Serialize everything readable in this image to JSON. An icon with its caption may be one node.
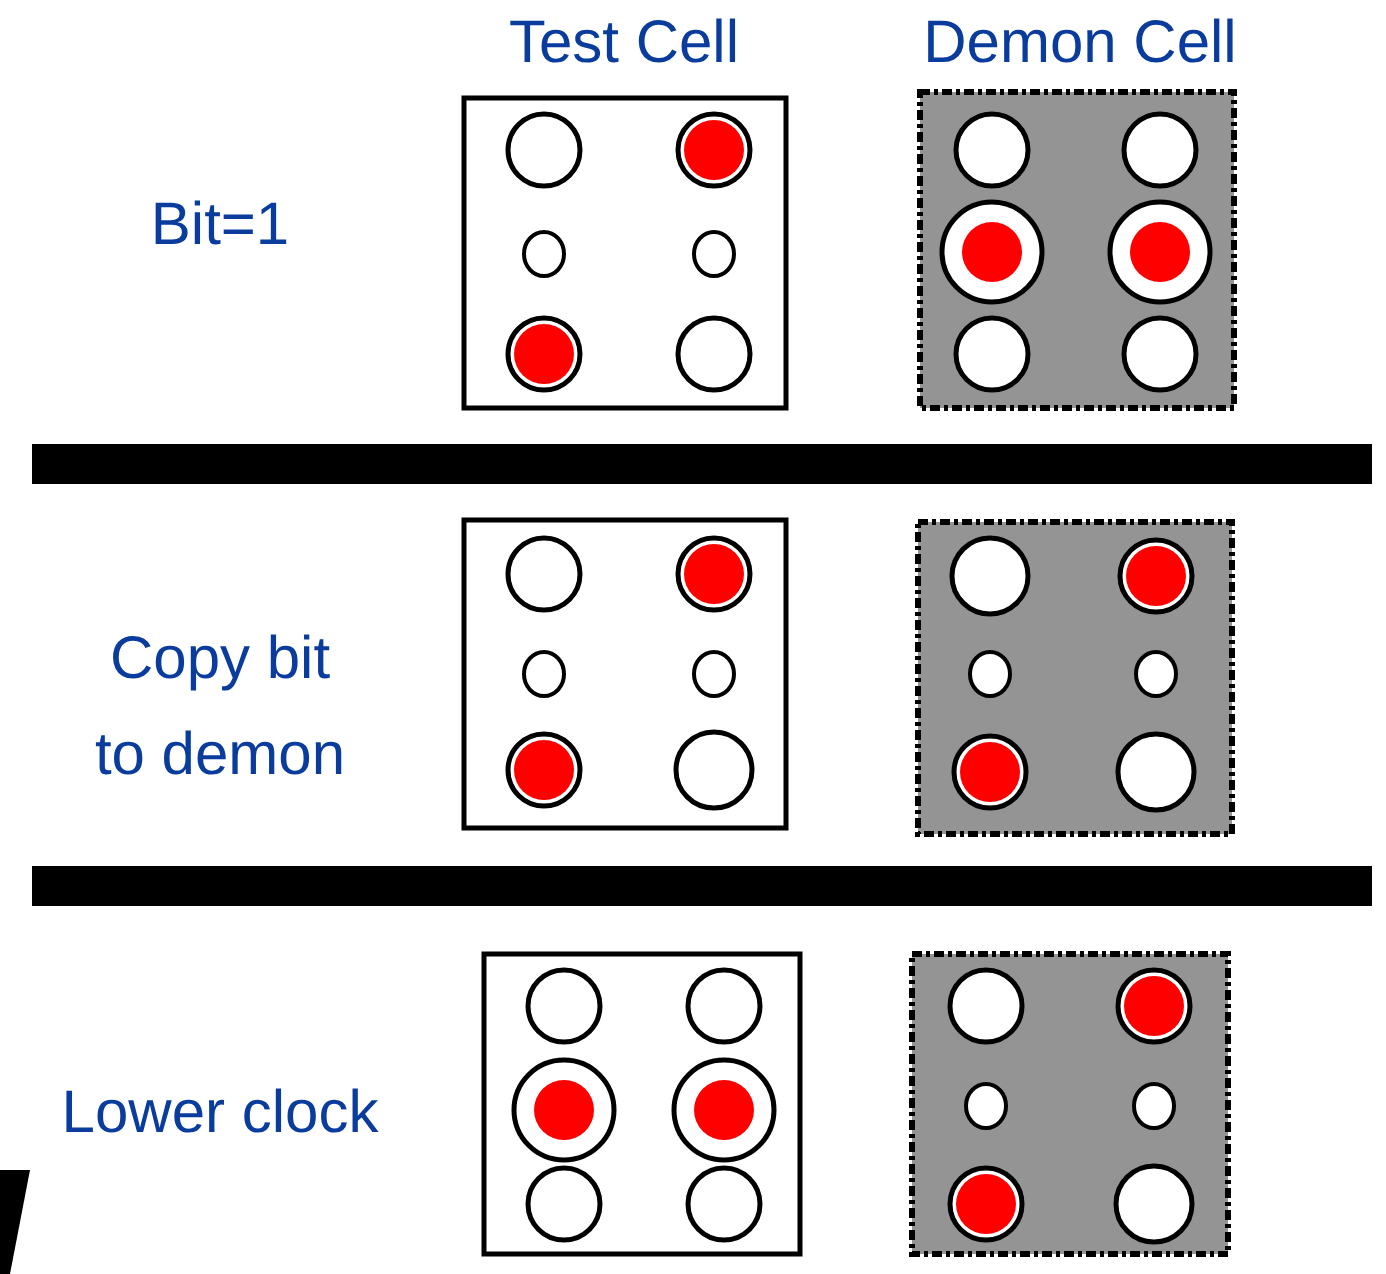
{
  "diagram": {
    "nodes": [
      {
        "text": [],
        "shape": "bar"
      },
      {
        "text": [],
        "shape": "bar"
      }
    ],
    "labels": [
      "Test Cell",
      "Demon Cell",
      "Bit=1",
      "Copy bit to demon",
      "Lower clock"
    ]
  }
}
